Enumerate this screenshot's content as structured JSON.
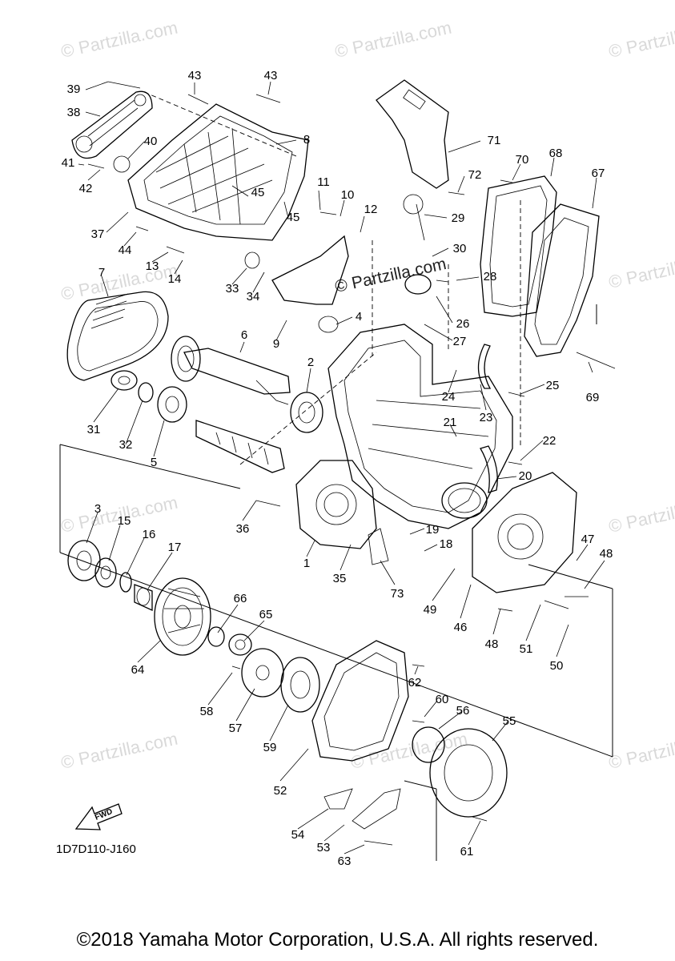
{
  "diagram": {
    "watermark": "© Partzilla.com",
    "fwd_label": "FWD",
    "diagram_code": "1D7D110-J160",
    "callouts": [
      {
        "id": "39",
        "label": "39"
      },
      {
        "id": "38",
        "label": "38"
      },
      {
        "id": "43a",
        "label": "43"
      },
      {
        "id": "43b",
        "label": "43"
      },
      {
        "id": "8",
        "label": "8"
      },
      {
        "id": "71",
        "label": "71"
      },
      {
        "id": "40",
        "label": "40"
      },
      {
        "id": "41",
        "label": "41"
      },
      {
        "id": "42",
        "label": "42"
      },
      {
        "id": "45a",
        "label": "45"
      },
      {
        "id": "45b",
        "label": "45"
      },
      {
        "id": "11",
        "label": "11"
      },
      {
        "id": "10",
        "label": "10"
      },
      {
        "id": "12",
        "label": "12"
      },
      {
        "id": "72",
        "label": "72"
      },
      {
        "id": "70",
        "label": "70"
      },
      {
        "id": "68",
        "label": "68"
      },
      {
        "id": "67",
        "label": "67"
      },
      {
        "id": "37",
        "label": "37"
      },
      {
        "id": "44",
        "label": "44"
      },
      {
        "id": "13",
        "label": "13"
      },
      {
        "id": "14",
        "label": "14"
      },
      {
        "id": "29",
        "label": "29"
      },
      {
        "id": "30",
        "label": "30"
      },
      {
        "id": "7",
        "label": "7"
      },
      {
        "id": "33",
        "label": "33"
      },
      {
        "id": "34",
        "label": "34"
      },
      {
        "id": "28",
        "label": "28"
      },
      {
        "id": "4",
        "label": "4"
      },
      {
        "id": "26",
        "label": "26"
      },
      {
        "id": "27",
        "label": "27"
      },
      {
        "id": "9",
        "label": "9"
      },
      {
        "id": "6",
        "label": "6"
      },
      {
        "id": "2",
        "label": "2"
      },
      {
        "id": "24",
        "label": "24"
      },
      {
        "id": "25",
        "label": "25"
      },
      {
        "id": "69",
        "label": "69"
      },
      {
        "id": "31",
        "label": "31"
      },
      {
        "id": "32",
        "label": "32"
      },
      {
        "id": "23",
        "label": "23"
      },
      {
        "id": "5",
        "label": "5"
      },
      {
        "id": "21",
        "label": "21"
      },
      {
        "id": "22",
        "label": "22"
      },
      {
        "id": "20",
        "label": "20"
      },
      {
        "id": "3",
        "label": "3"
      },
      {
        "id": "15",
        "label": "15"
      },
      {
        "id": "36",
        "label": "36"
      },
      {
        "id": "16",
        "label": "16"
      },
      {
        "id": "19",
        "label": "19"
      },
      {
        "id": "47",
        "label": "47"
      },
      {
        "id": "17",
        "label": "17"
      },
      {
        "id": "18",
        "label": "18"
      },
      {
        "id": "48a",
        "label": "48"
      },
      {
        "id": "1",
        "label": "1"
      },
      {
        "id": "35",
        "label": "35"
      },
      {
        "id": "73",
        "label": "73"
      },
      {
        "id": "49",
        "label": "49"
      },
      {
        "id": "46",
        "label": "46"
      },
      {
        "id": "66",
        "label": "66"
      },
      {
        "id": "65",
        "label": "65"
      },
      {
        "id": "48b",
        "label": "48"
      },
      {
        "id": "51",
        "label": "51"
      },
      {
        "id": "50",
        "label": "50"
      },
      {
        "id": "64",
        "label": "64"
      },
      {
        "id": "62",
        "label": "62"
      },
      {
        "id": "60",
        "label": "60"
      },
      {
        "id": "56",
        "label": "56"
      },
      {
        "id": "58",
        "label": "58"
      },
      {
        "id": "57",
        "label": "57"
      },
      {
        "id": "55",
        "label": "55"
      },
      {
        "id": "59",
        "label": "59"
      },
      {
        "id": "52",
        "label": "52"
      },
      {
        "id": "54",
        "label": "54"
      },
      {
        "id": "53",
        "label": "53"
      },
      {
        "id": "61",
        "label": "61"
      },
      {
        "id": "63",
        "label": "63"
      }
    ]
  },
  "footer": {
    "copyright": "©2018 Yamaha Motor Corporation, U.S.A. All rights reserved."
  }
}
